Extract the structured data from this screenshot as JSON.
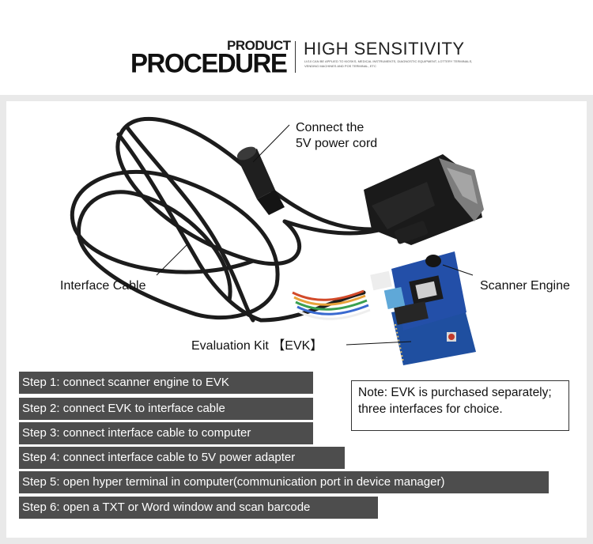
{
  "header": {
    "product": "PRODUCT",
    "procedure": "PROCEDURE",
    "sensitivity": "HIGH SENSITIVITY",
    "small_text": "LV10 CAN BE APPLIED TO KIOSKS, MEDICAL INSTRUMENTS, DIAGNOSTIC EQUIPMENT, LOTTERY TERMINALS, VENDING MACHINES AND POS TERMINAL, ETC"
  },
  "labels": {
    "power": "Connect the 5V power cord",
    "cable": "Interface Cable",
    "engine": "Scanner Engine",
    "evk": "Evaluation Kit 【EVK】"
  },
  "steps": [
    "Step 1: connect scanner engine to EVK",
    "Step 2: connect EVK to interface cable",
    "Step 3: connect interface cable to computer",
    "Step 4: connect interface cable to 5V power adapter",
    "Step 5: open hyper terminal in computer(communication port in device manager)",
    "Step 6: open a TXT or Word window and scan barcode"
  ],
  "note": "Note: EVK is purchased separately; three interfaces for choice.",
  "colors": {
    "step_bg": "#4d4d4d",
    "pcb_blue": "#1f4fa0",
    "cable": "#1c1c1c"
  }
}
